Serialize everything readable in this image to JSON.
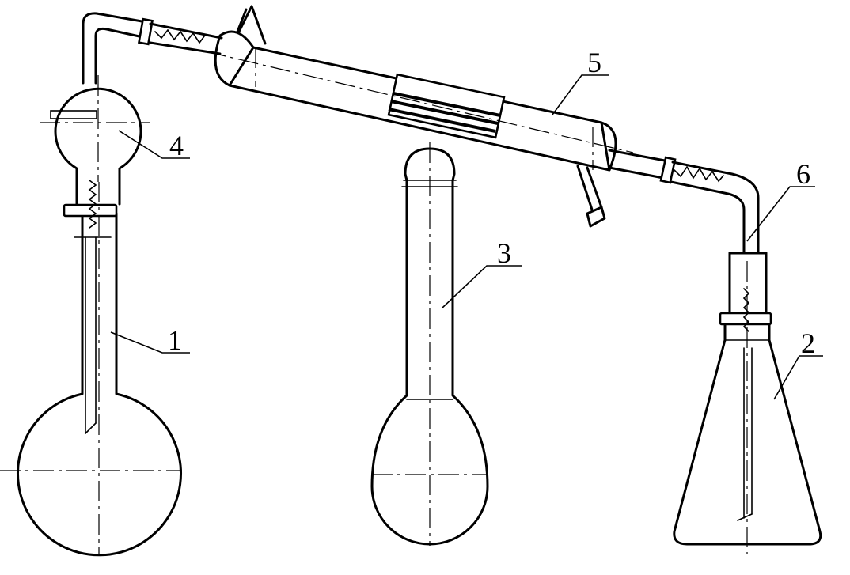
{
  "labels": {
    "flask": "1",
    "receiver": "2",
    "volumetric_flask": "3",
    "trap": "4",
    "condenser": "5",
    "adapter": "6"
  }
}
